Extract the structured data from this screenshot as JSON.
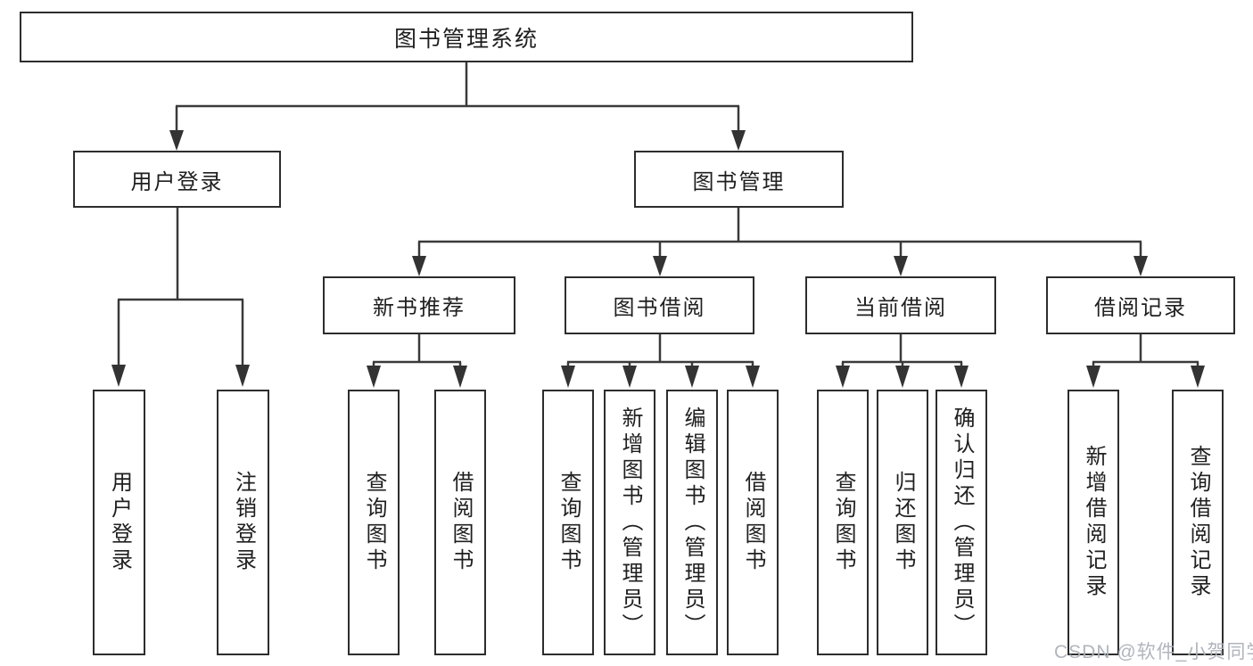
{
  "diagram_title": "图书管理系统",
  "watermark": "CSDN @软件_小贺同学",
  "colors": {
    "line": "#3a3a3a",
    "box_border": "#2d2d2d",
    "text": "#1f1f1f",
    "background": "#ffffff",
    "watermark": "#acb1b9"
  },
  "tree": {
    "root": "图书管理系统",
    "branches": [
      {
        "label": "用户登录",
        "children": [
          "用户登录",
          "注销登录"
        ]
      },
      {
        "label": "图书管理",
        "children_groups": [
          {
            "label": "新书推荐",
            "children": [
              "查询图书",
              "借阅图书"
            ]
          },
          {
            "label": "图书借阅",
            "children": [
              "查询图书",
              "新增图书（管理员）",
              "编辑图书（管理员）",
              "借阅图书"
            ]
          },
          {
            "label": "当前借阅",
            "children": [
              "查询图书",
              "归还图书",
              "确认归还（管理员）"
            ]
          },
          {
            "label": "借阅记录",
            "children": [
              "新增借阅记录",
              "查询借阅记录"
            ]
          }
        ]
      }
    ]
  }
}
